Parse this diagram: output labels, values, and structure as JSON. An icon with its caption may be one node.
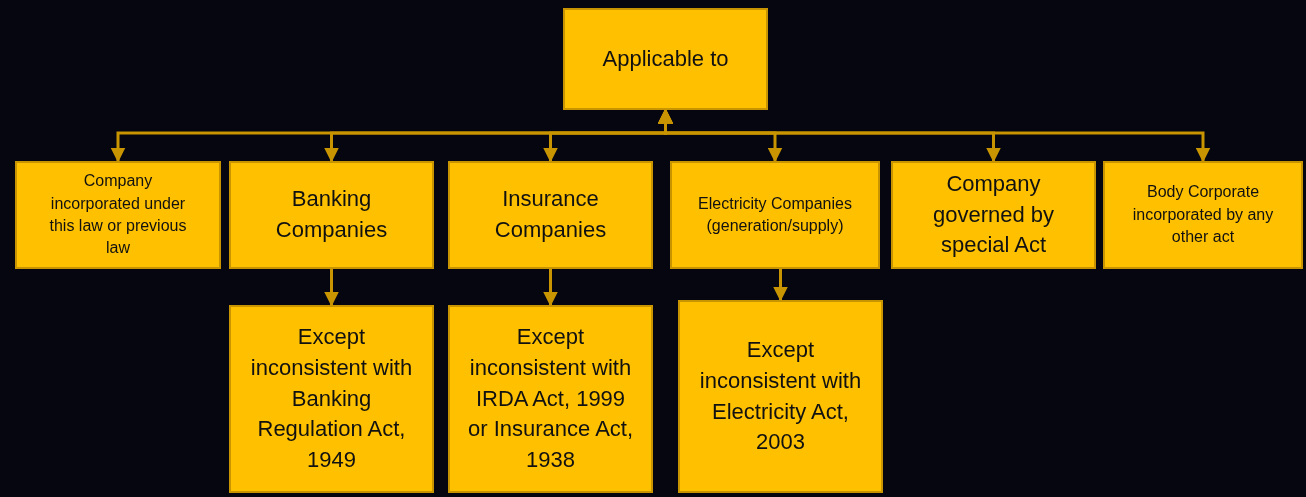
{
  "diagram": {
    "nodes": [
      {
        "text": [
          "Applicable to"
        ]
      },
      {
        "text": [
          "Company incorporated under this law or previous law"
        ]
      },
      {
        "text": [
          "Banking Companies"
        ]
      },
      {
        "text": [
          "Insurance Companies"
        ]
      },
      {
        "text": [
          "Electricity Companies (generation/supply)"
        ]
      },
      {
        "text": [
          "Company governed by special Act"
        ]
      },
      {
        "text": [
          "Body Corporate incorporated by any other act"
        ]
      },
      {
        "text": [
          "Except inconsistent with Banking Regulation Act, 1949"
        ]
      },
      {
        "text": [
          "Except inconsistent with IRDA Act, 1999 or Insurance Act, 1938"
        ]
      },
      {
        "text": [
          "Except inconsistent with Electricity Act, 2003"
        ]
      }
    ],
    "edges": [
      {
        "from": 0,
        "to": 1,
        "arrow": "both"
      },
      {
        "from": 0,
        "to": 2,
        "arrow": "both"
      },
      {
        "from": 0,
        "to": 3,
        "arrow": "both"
      },
      {
        "from": 0,
        "to": 4,
        "arrow": "both"
      },
      {
        "from": 0,
        "to": 5,
        "arrow": "both"
      },
      {
        "from": 0,
        "to": 6,
        "arrow": "both"
      },
      {
        "from": 2,
        "to": 7,
        "arrow": "to"
      },
      {
        "from": 3,
        "to": 8,
        "arrow": "to"
      },
      {
        "from": 4,
        "to": 9,
        "arrow": "to"
      }
    ]
  }
}
